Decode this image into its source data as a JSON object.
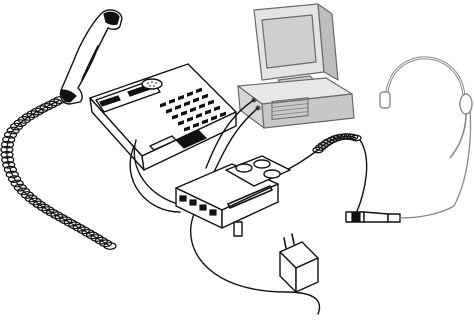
{
  "diagram": {
    "components": [
      {
        "id": "telephone",
        "icon": "desk-telephone-icon"
      },
      {
        "id": "handset",
        "icon": "telephone-handset-icon"
      },
      {
        "id": "computer",
        "icon": "desktop-computer-icon"
      },
      {
        "id": "headset",
        "icon": "headset-icon"
      },
      {
        "id": "amplifier",
        "icon": "headset-amplifier-icon"
      },
      {
        "id": "power-adapter",
        "icon": "ac-power-adapter-icon"
      },
      {
        "id": "quick-disconnect",
        "icon": "quick-disconnect-plug-icon"
      }
    ],
    "colors": {
      "line": "#111111",
      "computer_fill": "#d9d9d9",
      "computer_outline": "#6a6a6a",
      "headset_outline": "#8a8a8a",
      "background": "#ffffff"
    }
  }
}
